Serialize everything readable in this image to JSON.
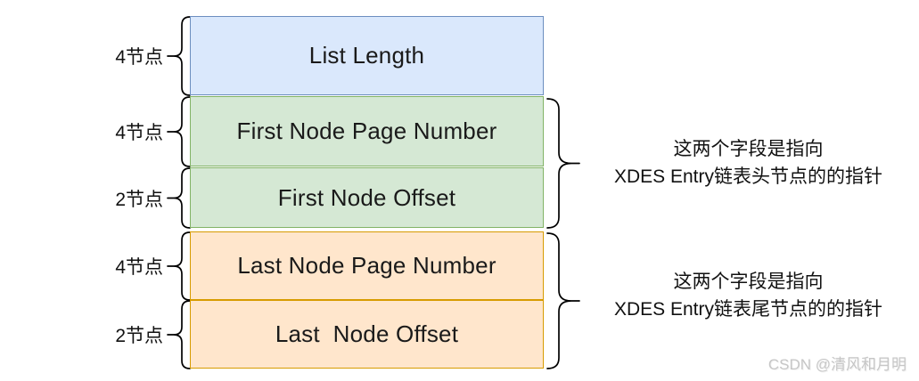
{
  "diagram": {
    "rows": [
      {
        "size_label": "4节点",
        "field": "List Length",
        "palette": "blue"
      },
      {
        "size_label": "4节点",
        "field": "First Node Page Number",
        "palette": "green"
      },
      {
        "size_label": "2节点",
        "field": "First Node Offset",
        "palette": "green"
      },
      {
        "size_label": "4节点",
        "field": "Last Node Page Number",
        "palette": "orange"
      },
      {
        "size_label": "2节点",
        "field": "Last  Node Offset",
        "palette": "orange"
      }
    ],
    "colors": {
      "blue": {
        "fill": "#dae8fc",
        "stroke": "#6c8ebf"
      },
      "green": {
        "fill": "#d5e8d4",
        "stroke": "#82b366"
      },
      "orange": {
        "fill": "#ffe6cc",
        "stroke": "#d79b00"
      }
    },
    "annotations": [
      {
        "line1": "这两个字段是指向",
        "line2": "XDES Entry链表头节点的的指针"
      },
      {
        "line1": "这两个字段是指向",
        "line2": "XDES Entry链表尾节点的的指针"
      }
    ]
  },
  "watermark": {
    "text": "CSDN @清风和月明"
  }
}
